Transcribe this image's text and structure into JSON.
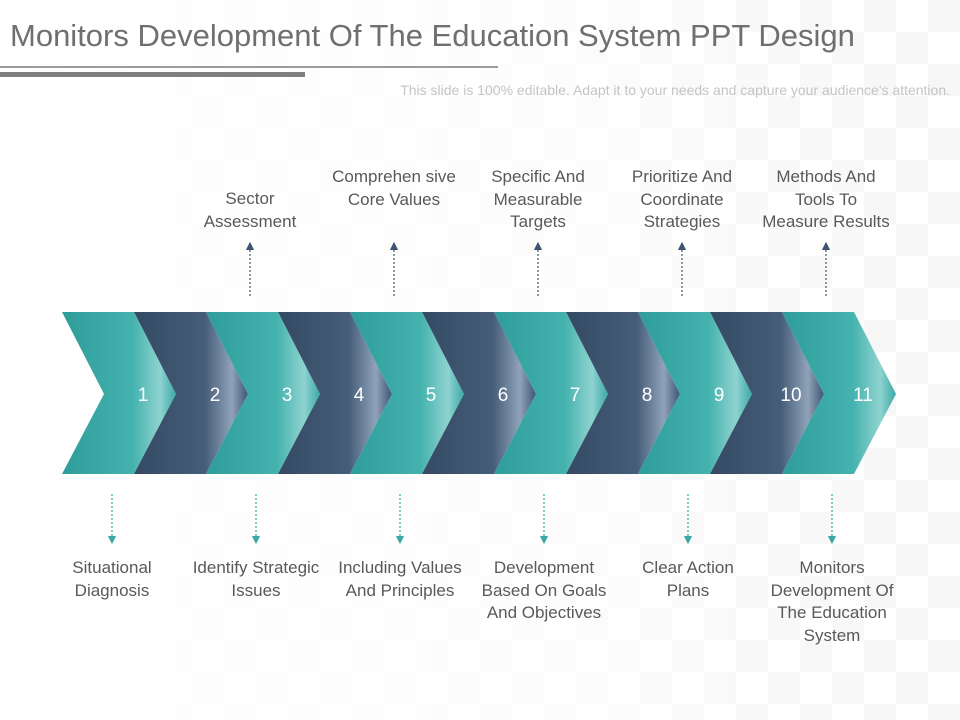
{
  "title": "Monitors Development Of The Education System PPT Design",
  "subtitle": "This slide is 100% editable. Adapt it to your needs and capture your audience's attention.",
  "colors": {
    "teal": "#3aa9a6",
    "navy": "#3e5570",
    "text": "#595959"
  },
  "steps": [
    {
      "number": "1",
      "color": "teal"
    },
    {
      "number": "2",
      "color": "navy"
    },
    {
      "number": "3",
      "color": "teal"
    },
    {
      "number": "4",
      "color": "navy"
    },
    {
      "number": "5",
      "color": "teal"
    },
    {
      "number": "6",
      "color": "navy"
    },
    {
      "number": "7",
      "color": "teal"
    },
    {
      "number": "8",
      "color": "navy"
    },
    {
      "number": "9",
      "color": "teal"
    },
    {
      "number": "10",
      "color": "navy"
    },
    {
      "number": "11",
      "color": "teal"
    }
  ],
  "top_labels": [
    "Sector Assessment",
    "Comprehen sive Core Values",
    "Specific And Measurable Targets",
    "Prioritize And Coordinate Strategies",
    "Methods And Tools To Measure Results"
  ],
  "bottom_labels": [
    "Situational Diagnosis",
    "Identify Strategic Issues",
    "Including Values And Principles",
    "Development Based On Goals And Objectives",
    "Clear Action Plans",
    "Monitors Development Of The Education System"
  ]
}
